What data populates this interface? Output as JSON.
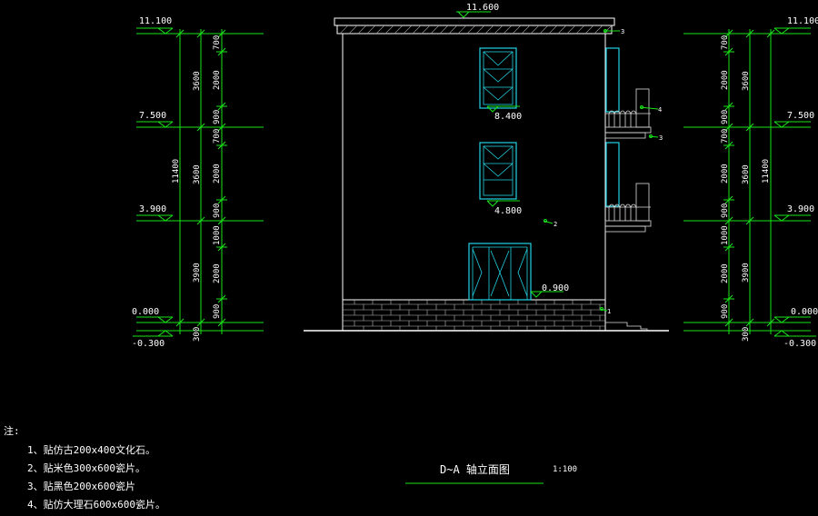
{
  "levels": {
    "roof_top": "11.600",
    "parapet_left": "11.100",
    "parapet_right": "11.100",
    "floor3_left": "7.500",
    "floor3_right": "7.500",
    "floor2_left": "3.900",
    "floor2_right": "3.900",
    "ground_left": "0.000",
    "ground_right": "0.000",
    "base_left": "-0.300",
    "base_right": "-0.300",
    "window_upper_sill": "8.400",
    "window_lower_sill": "4.800",
    "door_sill": "0.900"
  },
  "dimensions_left": {
    "total": "11400",
    "floor_outer": [
      "3600",
      "3600",
      "3900"
    ],
    "inner": [
      "700",
      "2000",
      "900",
      "700",
      "2000",
      "900",
      "1000",
      "2000",
      "900"
    ],
    "base": "300"
  },
  "dimensions_right": {
    "total": "11400",
    "floor_outer": [
      "3600",
      "3600",
      "3900"
    ],
    "inner": [
      "700",
      "2000",
      "900",
      "700",
      "2000",
      "900",
      "1000",
      "2000",
      "900"
    ],
    "base": "300"
  },
  "callouts": {
    "roof": "3",
    "balcony_rail": "4",
    "balcony_slab": "3",
    "wall": "2",
    "base": "1"
  },
  "notes": {
    "heading": "注:",
    "items": [
      "1、贴仿古200x400文化石。",
      "2、贴米色300x600瓷片。",
      "3、贴黑色200x600瓷片",
      "4、贴仿大理石600x600瓷片。"
    ]
  },
  "title": {
    "label": "D~A 轴立面图",
    "scale": "1:100"
  },
  "colors": {
    "background": "#000000",
    "dimension_green": "#19e619",
    "outline_white": "#ffffff",
    "window_cyan": "#22d3e6"
  }
}
